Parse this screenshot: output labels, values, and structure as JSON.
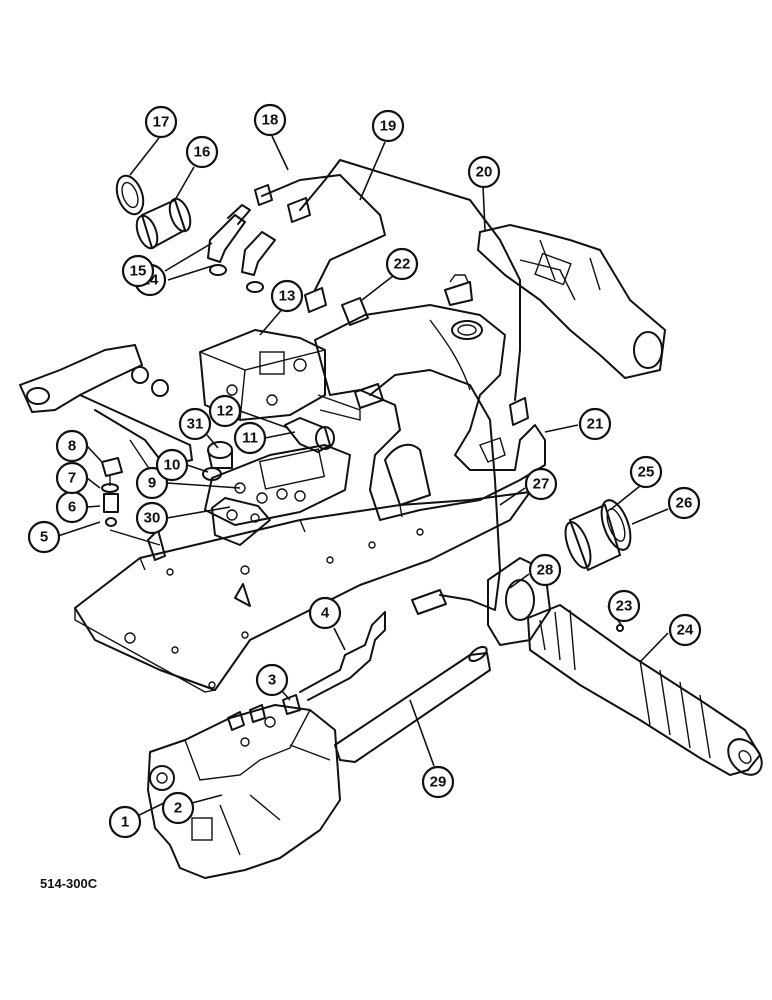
{
  "figure_code": "514-300C",
  "callouts": [
    {
      "label": "1"
    },
    {
      "label": "2"
    },
    {
      "label": "3"
    },
    {
      "label": "4"
    },
    {
      "label": "5"
    },
    {
      "label": "6"
    },
    {
      "label": "7"
    },
    {
      "label": "8"
    },
    {
      "label": "9"
    },
    {
      "label": "10"
    },
    {
      "label": "11"
    },
    {
      "label": "12"
    },
    {
      "label": "13"
    },
    {
      "label": "14"
    },
    {
      "label": "15"
    },
    {
      "label": "16"
    },
    {
      "label": "17"
    },
    {
      "label": "18"
    },
    {
      "label": "19"
    },
    {
      "label": "20"
    },
    {
      "label": "21"
    },
    {
      "label": "22"
    },
    {
      "label": "23"
    },
    {
      "label": "24"
    },
    {
      "label": "25"
    },
    {
      "label": "26"
    },
    {
      "label": "27"
    },
    {
      "label": "28"
    },
    {
      "label": "29"
    },
    {
      "label": "30"
    },
    {
      "label": "31"
    }
  ]
}
